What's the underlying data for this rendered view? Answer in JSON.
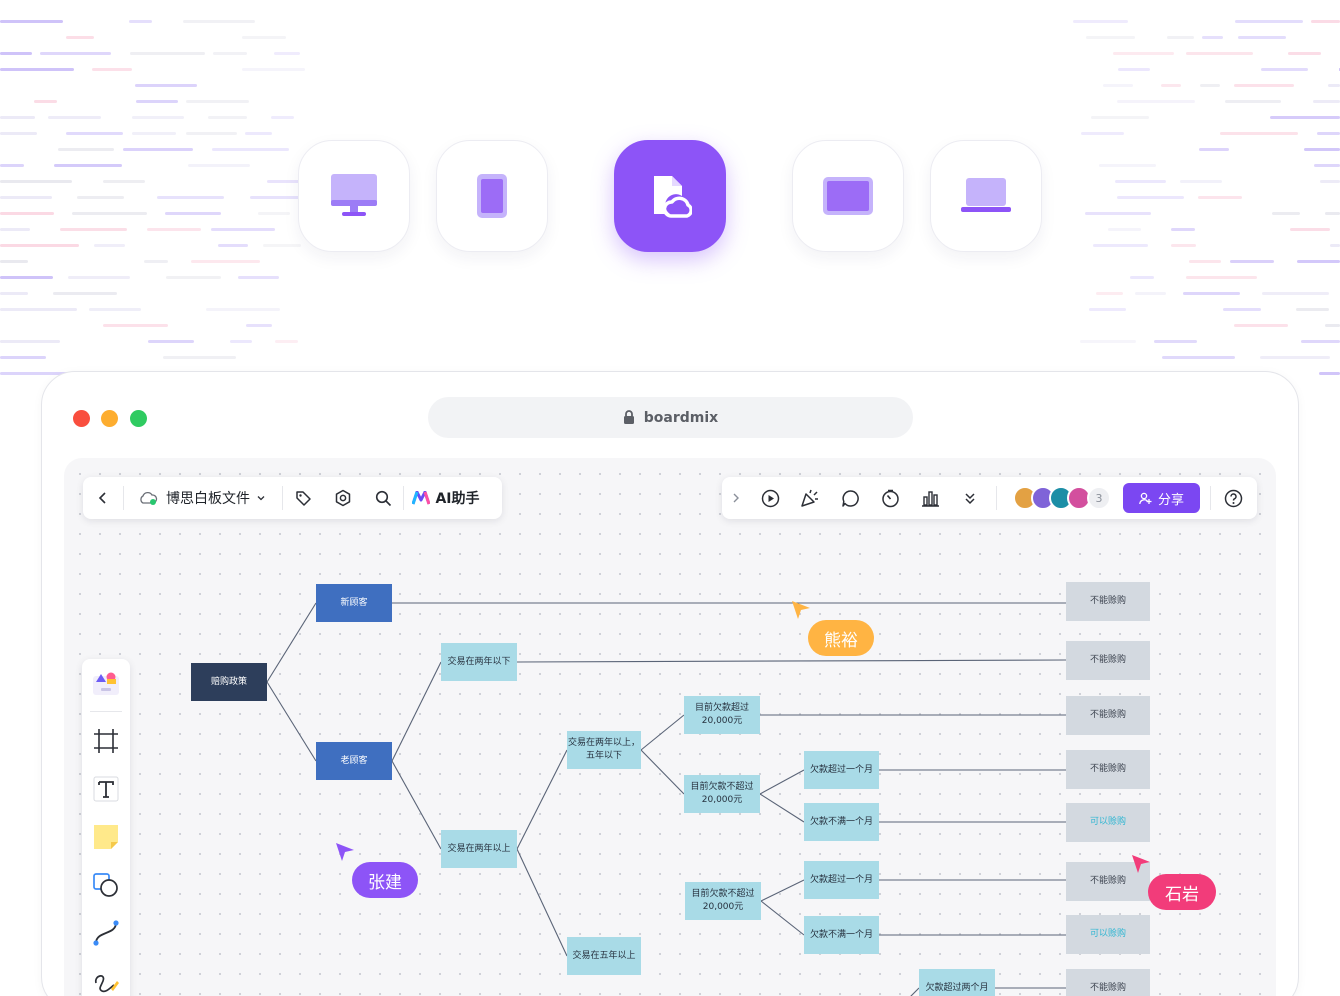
{
  "browser": {
    "url": "boardmix"
  },
  "devices": [
    "desktop-icon",
    "phone-icon",
    "cloud-file-icon",
    "tablet-icon",
    "laptop-icon"
  ],
  "toolbar": {
    "file_name": "博思白板文件",
    "ai_label": "AI助手",
    "collaborator_count": "3",
    "share_label": "分享"
  },
  "mindmap": {
    "root": "赔购政策",
    "new_customer": "新顾客",
    "old_customer": "老顾客",
    "under_two_years": "交易在两年以下",
    "over_two_years": "交易在两年以上",
    "two_to_five_years": "交易在两年以上，五年以下",
    "over_five_years": "交易在五年以上",
    "debt_over_20k": "目前欠款超过20,000元",
    "debt_under_20k_a": "目前欠款不超过20,000元",
    "debt_under_20k_b": "目前欠款不超过20,000元",
    "overdue_over_month_a": "欠款超过一个月",
    "overdue_under_month_a": "欠款不满一个月",
    "overdue_over_month_b": "欠款超过一个月",
    "overdue_under_month_b": "欠款不满一个月",
    "overdue_over_two_months": "欠款超过两个月",
    "results": [
      "不能赊购",
      "不能赊购",
      "不能赊购",
      "不能赊购",
      "可以赊购",
      "不能赊购",
      "可以赊购",
      "不能赊购"
    ]
  },
  "cursors": {
    "xiongyu": "熊裕",
    "zhangjian": "张建",
    "shiyan": "石岩"
  },
  "colors": {
    "accent": "#8d54f7",
    "share": "#7b47f2",
    "orange": "#ffb443",
    "pink": "#f23c7a"
  }
}
